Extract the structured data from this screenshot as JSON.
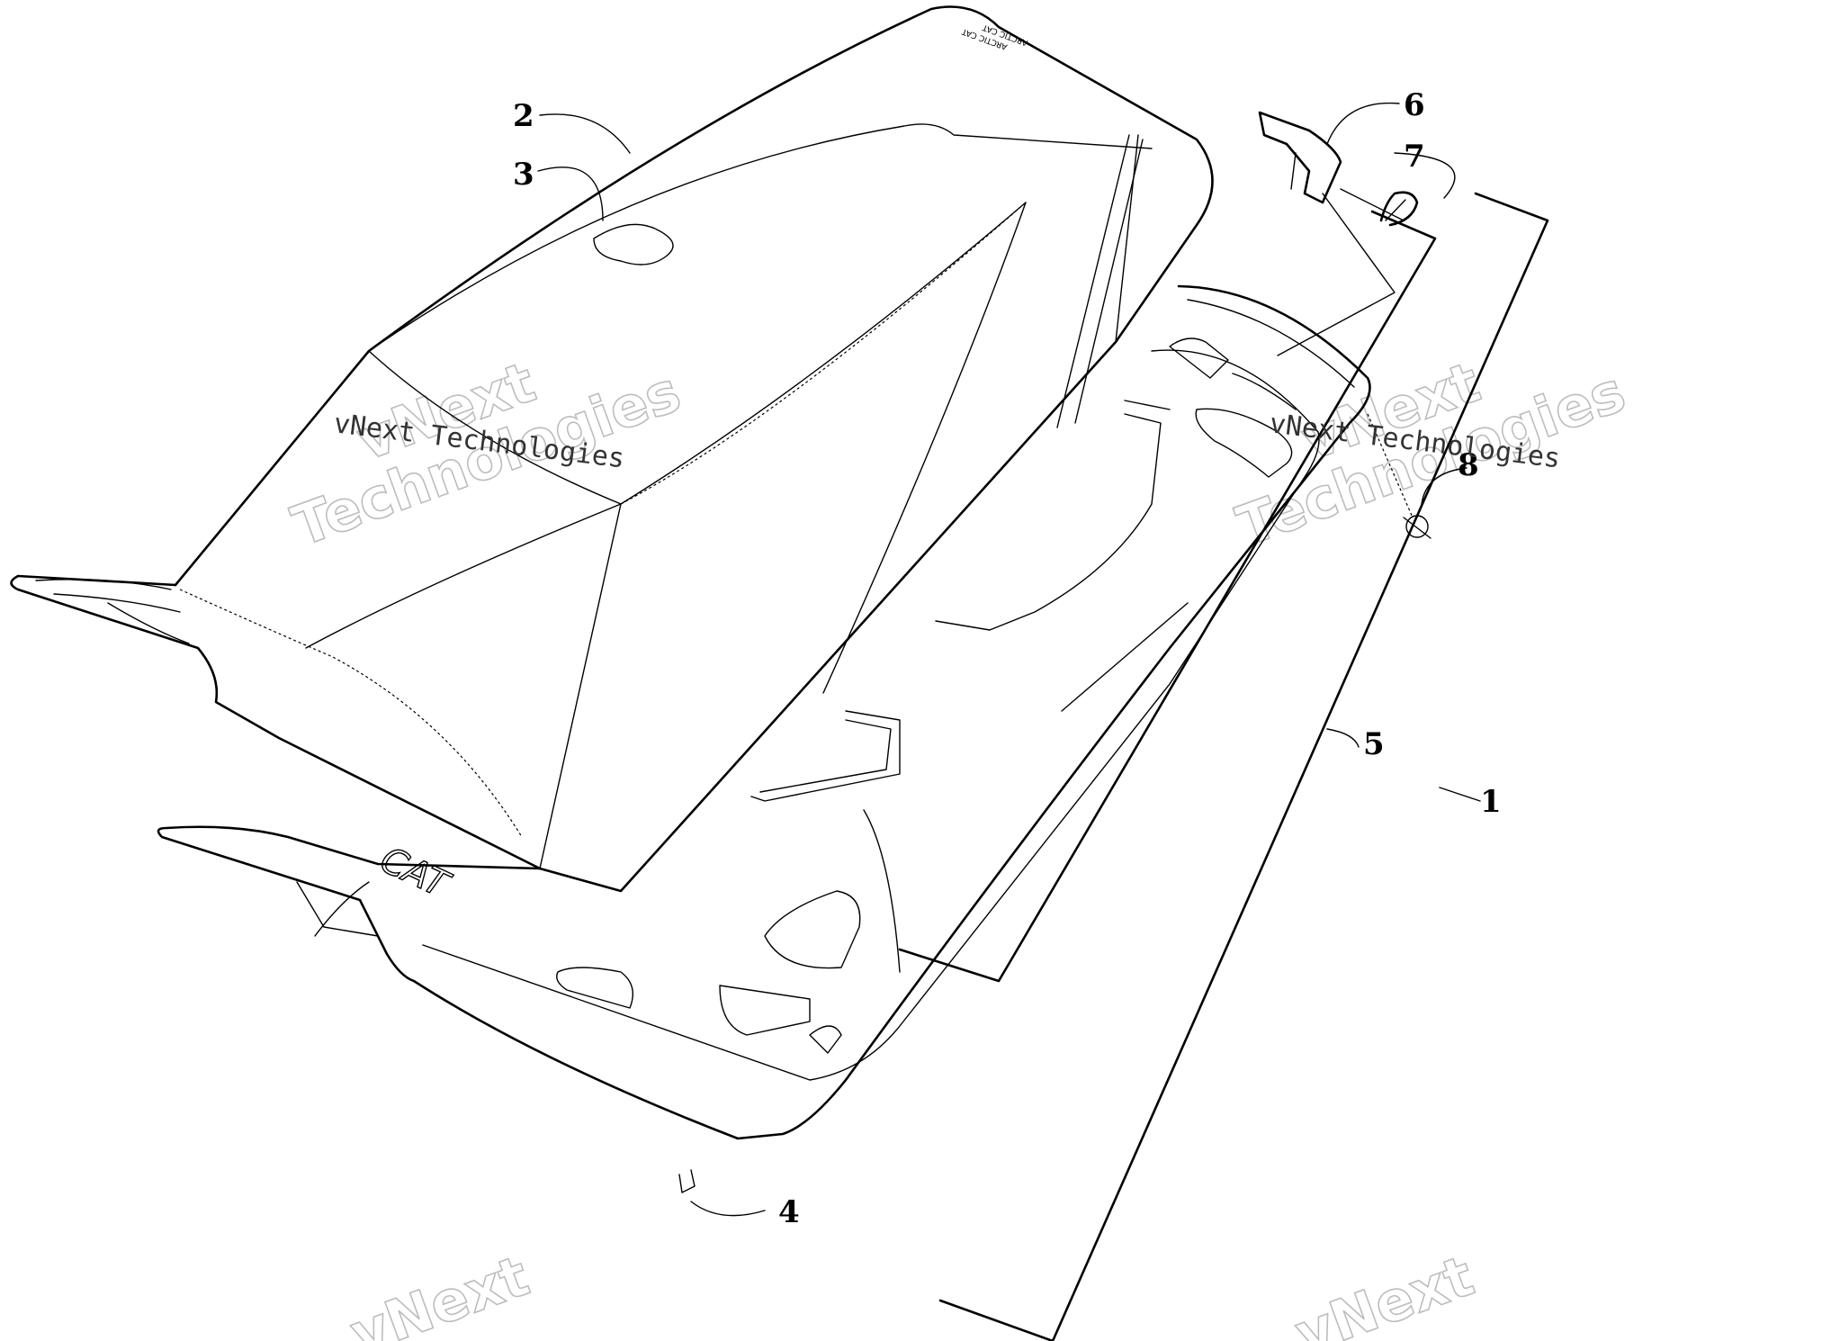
{
  "callouts": [
    {
      "id": "1",
      "label": "1"
    },
    {
      "id": "2",
      "label": "2"
    },
    {
      "id": "3",
      "label": "3"
    },
    {
      "id": "4",
      "label": "4"
    },
    {
      "id": "5",
      "label": "5"
    },
    {
      "id": "6",
      "label": "6"
    },
    {
      "id": "7",
      "label": "7"
    },
    {
      "id": "8",
      "label": "8"
    }
  ],
  "watermark": {
    "line_text": "vNext Technologies",
    "outline_top": "vNext",
    "outline_bottom": "Technologies"
  },
  "seat_logo": "CAT",
  "seat_tag_text": "ARCTIC CAT"
}
